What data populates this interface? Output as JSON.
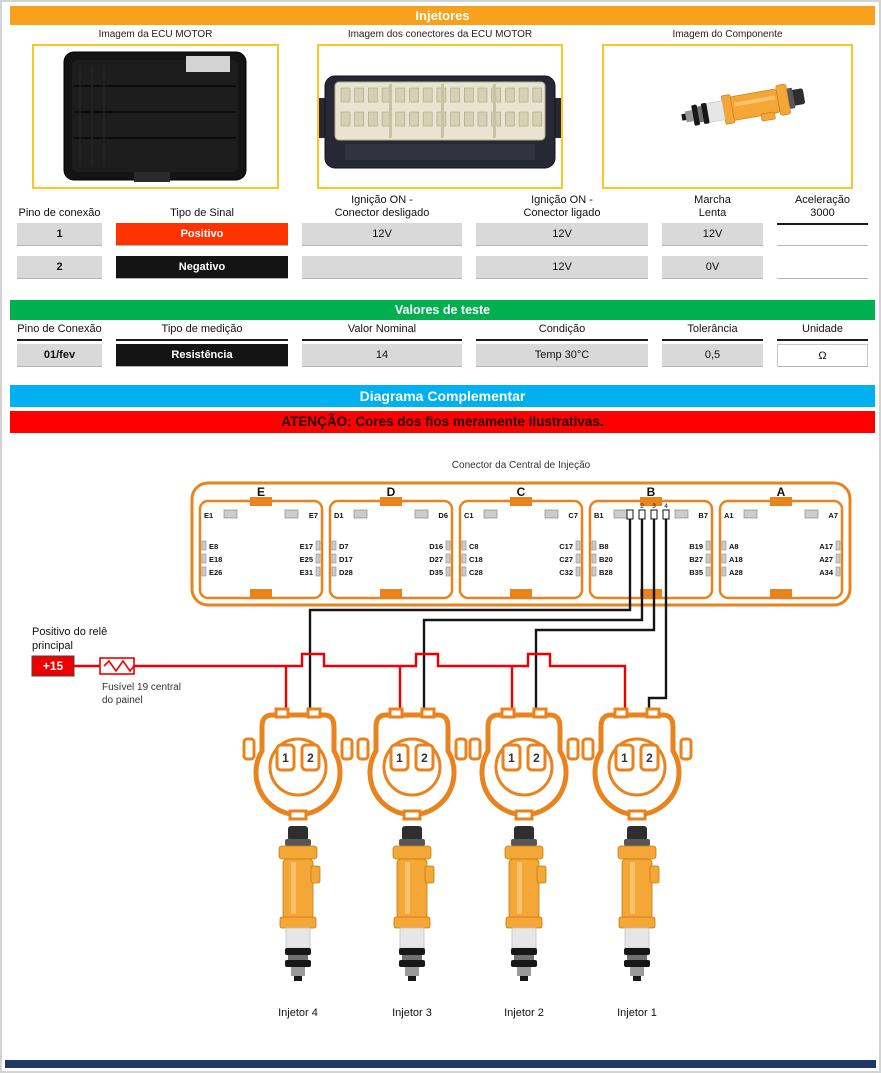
{
  "page": {
    "title": "Injetores"
  },
  "photos": {
    "captions": [
      "Imagem da ECU MOTOR",
      "Imagem dos conectores da ECU MOTOR",
      "Imagem do Componente"
    ]
  },
  "signal_table": {
    "headers": [
      "Pino de conexão",
      "Tipo de Sinal",
      "Ignição ON -\nConector desligado",
      "Ignição ON -\nConector ligado",
      "Marcha\nLenta",
      "Aceleração\n3000"
    ],
    "rows": [
      {
        "pin": "1",
        "signal": "Positivo",
        "values": [
          "12V",
          "12V",
          "12V",
          ""
        ]
      },
      {
        "pin": "2",
        "signal": "Negativo",
        "values": [
          "",
          "12V",
          "0V",
          ""
        ]
      }
    ]
  },
  "test_table": {
    "title": "Valores de teste",
    "headers": [
      "Pino de Conexão",
      "Tipo de medição",
      "Valor Nominal",
      "Condição",
      "Tolerância",
      "Unidade"
    ],
    "row": {
      "pin": "01/fev",
      "measurement": "Resistência",
      "nominal": "14",
      "condition": "Temp 30°C",
      "tolerance": "0,5",
      "unit": "Ω"
    }
  },
  "diagram": {
    "title": "Diagrama Complementar",
    "warning": "ATENÇÃO: Cores dos fios meramente ilustrativas.",
    "connector_label": "Conector da Central de Injeção",
    "relay_label_1": "Positivo do relê",
    "relay_label_2": "principal",
    "relay_terminal": "+15",
    "fuse_label_1": "Fusível 19 central",
    "fuse_label_2": "do painel",
    "sections": [
      {
        "letter": "E",
        "pins_left": [
          "E1",
          "E8",
          "E18",
          "E26"
        ],
        "pins_right": [
          "E7",
          "E17",
          "E25",
          "E31"
        ]
      },
      {
        "letter": "D",
        "pins_left": [
          "D1",
          "D7",
          "D17",
          "D28"
        ],
        "pins_right": [
          "D6",
          "D16",
          "D27",
          "D35"
        ]
      },
      {
        "letter": "C",
        "pins_left": [
          "C1",
          "C8",
          "C18",
          "C28"
        ],
        "pins_right": [
          "C7",
          "C17",
          "C27",
          "C32"
        ]
      },
      {
        "letter": "B",
        "pins_left": [
          "B1",
          "B8",
          "B20",
          "B28"
        ],
        "pins_right": [
          "B7",
          "B19",
          "B27",
          "B35"
        ],
        "wire_pins": [
          "2",
          "3",
          "4"
        ]
      },
      {
        "letter": "A",
        "pins_left": [
          "A1",
          "A8",
          "A18",
          "A28"
        ],
        "pins_right": [
          "A7",
          "A17",
          "A27",
          "A34"
        ]
      }
    ],
    "connector_pin_labels": [
      "1",
      "2"
    ],
    "injector_labels": [
      "Injetor 4",
      "Injetor 3",
      "Injetor 2",
      "Injetor 1"
    ]
  },
  "colors": {
    "header_orange": "#F7A11C",
    "photo_border": "#FFC524",
    "positive_red": "#FF3300",
    "negative_black": "#141414",
    "test_green": "#00B050",
    "diagram_blue": "#00B0F0",
    "warning_red": "#FF0000",
    "warning_text": "#1c0000",
    "table_gray": "#D9D9D9",
    "wire_red": "#EE0000",
    "diagram_orange": "#E8831E",
    "injector_orange": "#F4A636",
    "bottom_bar": "#1F3864"
  }
}
